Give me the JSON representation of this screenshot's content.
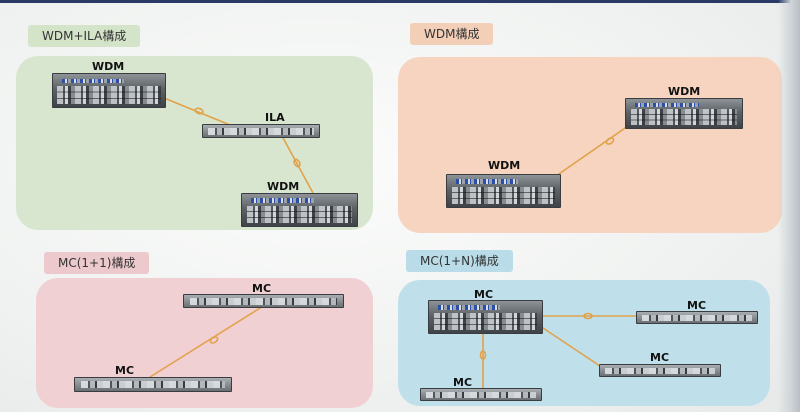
{
  "colors": {
    "green_panel": "#d8e6cf",
    "peach_panel": "#f6d4c0",
    "pink_panel": "#f0d0d3",
    "blue_panel": "#bfe0ea",
    "link": "#e1a24a"
  },
  "diagram": {
    "wdm_ila": {
      "title": "WDM+ILA構成",
      "labels": {
        "top": "WDM",
        "middle": "ILA",
        "bottom": "WDM"
      }
    },
    "wdm": {
      "title": "WDM構成",
      "labels": {
        "right": "WDM",
        "left": "WDM"
      }
    },
    "mc_1plus1": {
      "title": "MC(1+1)構成",
      "labels": {
        "top": "MC",
        "bottom": "MC"
      }
    },
    "mc_1plusN": {
      "title": "MC(1+N)構成",
      "labels": {
        "main": "MC",
        "right_top": "MC",
        "right_bottom": "MC",
        "bottom": "MC"
      }
    }
  }
}
